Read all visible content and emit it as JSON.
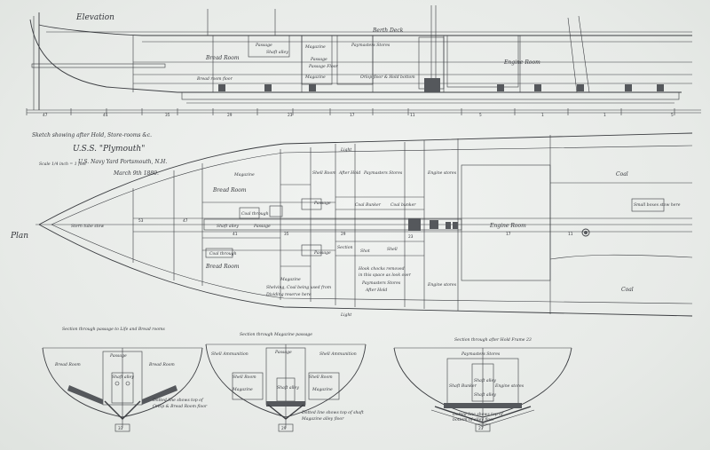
{
  "drawing": {
    "elevation_title": "Elevation",
    "plan_label": "Plan",
    "title_lines": [
      "Sketch showing after Hold, Store-rooms &c.",
      "U.S.S. \"Plymouth\"",
      "U.S. Navy Yard Portsmouth, N.H.",
      "March 9th 1880."
    ],
    "scale_note": "Scale 1/4 inch = 1 foot"
  },
  "elevation": {
    "labels": {
      "berth_deck": "Berth Deck",
      "passage": "Passage",
      "bread_room": "Bread Room",
      "bread_room_floor": "Bread room floor",
      "shaft_alley": "Shaft alley",
      "magazine": "Magazine",
      "magazine_2": "Magazine",
      "paymasters_stores": "Paymasters Stores",
      "passage_2": "Passage",
      "passage_3": "Passage Floor",
      "engine_room": "Engine Room",
      "floor_note": "Orlop floor & Hold bottom"
    },
    "frame_numbers": [
      "47",
      "41",
      "35",
      "29",
      "23",
      "17",
      "11",
      "5",
      "1",
      "1",
      "5"
    ]
  },
  "plan": {
    "labels": {
      "bread_room_top": "Bread Room",
      "magazine_top": "Magazine",
      "shell_room_top": "Shell Room",
      "passage_top": "Passage",
      "after_hold": "After Hold",
      "paymasters_stores": "Paymasters Stores",
      "engine_stores": "Engine stores",
      "coal_top": "Coal",
      "chest_top": "Coal through",
      "shaft_alley": "Shaft alley",
      "passage_mid": "Passage",
      "coal_bunker": "Coal Bunker",
      "shot": "Shot",
      "bunker_small": "Coal bunker",
      "engine_room": "Engine Room",
      "bread_room_bottom": "Bread Room",
      "magazine_bottom": "Magazine",
      "magazine_note_1": "Shelving, Coal being used from",
      "magazine_note_2": "Dividing reserve here",
      "coal_chest": "Coal through",
      "passage_bottom": "Passage",
      "section_word": "Section",
      "shell": "Shell",
      "hold_note_1": "Hook chocks removed",
      "hold_note_2": "in this space as look over",
      "paymasters_stores_b": "Paymasters Stores",
      "after_hold_b": "After Hold",
      "engine_stores_b": "Engine stores",
      "coal_bottom": "Coal",
      "boxes_note": "Small boxes stow here",
      "stern_note": "Stern tube stow",
      "light_1": "Light",
      "light_2": "Light",
      "cols": [
        "53",
        "47",
        "41",
        "35",
        "29",
        "23",
        "17",
        "11"
      ]
    }
  },
  "sections": [
    {
      "title": "Section through passage to Life and Bread rooms",
      "labels": [
        "Bread Room",
        "Passage",
        "Bread Room",
        "Shaft alley"
      ],
      "notes": [
        "Dotted line shows top of",
        "Orlop & Bread Room floor"
      ],
      "frame": "33"
    },
    {
      "title": "Section through Magazine passage",
      "labels": [
        "Shell Ammunition",
        "Passage",
        "Shell Ammunition",
        "Shell Room",
        "Shaft alley",
        "Magazine",
        "Shell Room",
        "Magazine"
      ],
      "notes": [
        "Dotted line shows top of shaft",
        "Magazine alley floor"
      ],
      "frame": "29"
    },
    {
      "title": "Section through after Hold Frame 23",
      "labels": [
        "Paymasters Stores",
        "Shaft alley",
        "Shaft Bunker",
        "Engine stores",
        "Shaft alley"
      ],
      "notes": [
        "Dotted line shows top of",
        "bottom of alley floor"
      ],
      "frame": "23"
    }
  ]
}
